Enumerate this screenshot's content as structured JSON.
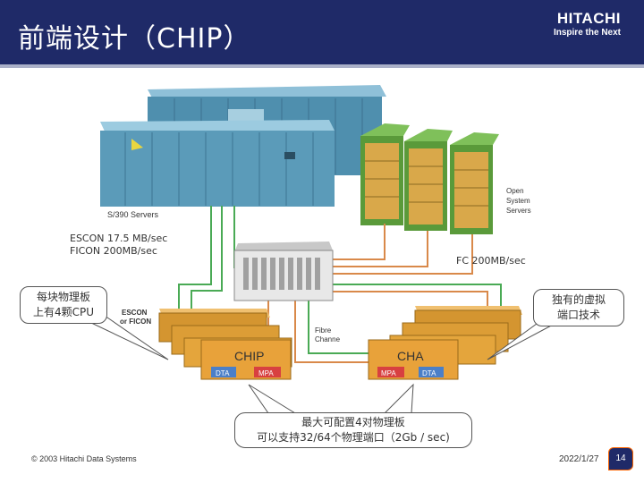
{
  "header": {
    "title": "前端设计（CHIP）",
    "brand_name": "HITACHI",
    "brand_tagline": "Inspire the Next"
  },
  "diagram": {
    "mainframe_label": "S/390 Servers",
    "open_systems_label": [
      "Open",
      "System",
      "Servers"
    ],
    "escon_label": [
      "ESCON",
      "or FICON"
    ],
    "fibre_label": [
      "Fibre",
      "Channe"
    ],
    "chip_label": "CHIP",
    "cha_label": "CHA",
    "dta_label": "DTA",
    "mpa_label": "MPA"
  },
  "notes": {
    "escon_speed": "ESCON 17.5 MB/sec",
    "ficon_speed": "FICON 200MB/sec",
    "fc_speed": "FC 200MB/sec"
  },
  "callouts": {
    "left": [
      "每块物理板",
      "上有4颗CPU"
    ],
    "right": [
      "独有的虚拟",
      "端口技术"
    ],
    "bottom": [
      "最大可配置4对物理板",
      "可以支持32/64个物理端口（2Gb / sec)"
    ]
  },
  "footer": {
    "copyright": "© 2003 Hitachi Data Systems",
    "date": "2022/1/27",
    "page": "14"
  },
  "colors": {
    "header_bg": "#1f2a68",
    "server_blue": "#4f8fae",
    "board_orange": "#e8a23a",
    "rack_green": "#5a9a3a",
    "cable_green": "#4aaa55",
    "cable_orange": "#d9894a",
    "badge_accent": "#ff6600"
  }
}
